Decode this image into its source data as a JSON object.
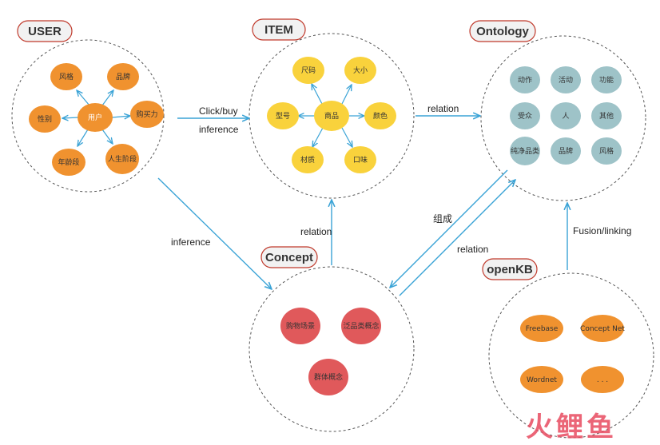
{
  "colors": {
    "orange": "#f0922f",
    "yellow": "#f9d23c",
    "teal": "#9ec3c8",
    "red": "#e0595b",
    "arrow": "#3aa3d6",
    "tag_fill": "#f2f2f2",
    "tag_stroke": "#c0392b"
  },
  "groups": {
    "user": {
      "tag": "USER",
      "center": "用户",
      "nodes": [
        "风格",
        "品牌",
        "性别",
        "购买力",
        "年龄段",
        "人生阶段"
      ]
    },
    "item": {
      "tag": "ITEM",
      "center": "商品",
      "nodes": [
        "尺码",
        "大小",
        "型号",
        "颜色",
        "材质",
        "口味"
      ]
    },
    "ontology": {
      "tag": "Ontology",
      "nodes": [
        "动作",
        "活动",
        "功能",
        "受众",
        "人",
        "其他",
        "纯净品类",
        "品牌",
        "风格"
      ]
    },
    "concept": {
      "tag": "Concept",
      "nodes": [
        "购物场景",
        "泛品类概念",
        "群体概念"
      ]
    },
    "openkb": {
      "tag": "openKB",
      "nodes": [
        "Freebase",
        "Concept Net",
        "Wordnet",
        ". . ."
      ]
    }
  },
  "edges": {
    "user_item_top": "Click/buy",
    "user_item_bottom": "inference",
    "item_ontology": "relation",
    "user_concept": "inference",
    "concept_item": "relation",
    "concept_ontology_up": "组成",
    "ontology_concept_down": "relation",
    "openkb_ontology": "Fusion/linking"
  },
  "watermark": "火鲤鱼"
}
